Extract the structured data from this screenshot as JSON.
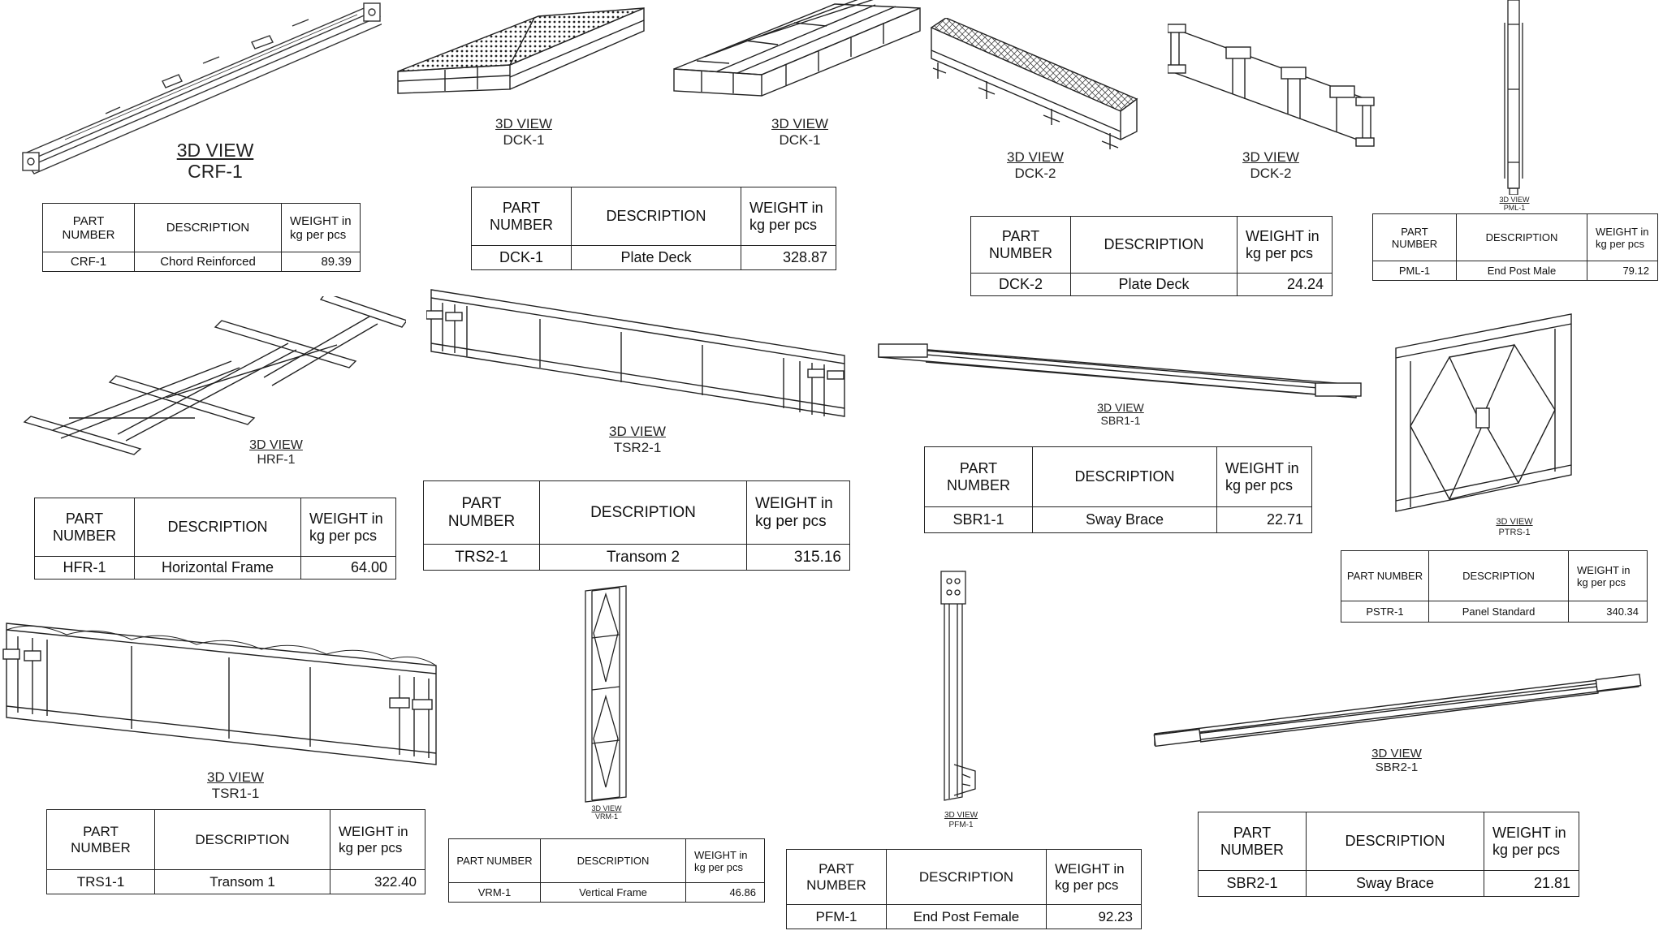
{
  "view_label": "3D VIEW",
  "headers": {
    "part_number_split": "PART\nNUMBER",
    "part_number": "PART NUMBER",
    "description": "DESCRIPTION",
    "weight": "WEIGHT in\nkg per pcs"
  },
  "parts": [
    {
      "id": "crf",
      "caption": "CRF-1",
      "part": "CRF-1",
      "description": "Chord Reinforced",
      "weight": "89.39"
    },
    {
      "id": "dck1a",
      "caption": "DCK-1"
    },
    {
      "id": "dck1b",
      "caption": "DCK-1",
      "part": "DCK-1",
      "description": "Plate Deck",
      "weight": "328.87"
    },
    {
      "id": "dck2a",
      "caption": "DCK-2"
    },
    {
      "id": "dck2b",
      "caption": "DCK-2",
      "part": "DCK-2",
      "description": "Plate Deck",
      "weight": "24.24"
    },
    {
      "id": "pml",
      "caption": "PML-1",
      "part": "PML-1",
      "description": "End Post Male",
      "weight": "79.12"
    },
    {
      "id": "hfr",
      "caption": "HRF-1",
      "part": "HFR-1",
      "description": "Horizontal Frame",
      "weight": "64.00"
    },
    {
      "id": "trs2",
      "caption": "TSR2-1",
      "part": "TRS2-1",
      "description": "Transom 2",
      "weight": "315.16"
    },
    {
      "id": "sbr1",
      "caption": "SBR1-1",
      "part": "SBR1-1",
      "description": "Sway Brace",
      "weight": "22.71"
    },
    {
      "id": "pstr",
      "caption": "PTRS-1",
      "part": "PSTR-1",
      "description": "Panel Standard",
      "weight": "340.34"
    },
    {
      "id": "trs1",
      "caption": "TSR1-1",
      "part": "TRS1-1",
      "description": "Transom 1",
      "weight": "322.40"
    },
    {
      "id": "vrm",
      "caption": "VRM-1",
      "part": "VRM-1",
      "description": "Vertical Frame",
      "weight": "46.86"
    },
    {
      "id": "pfm",
      "caption": "PFM-1",
      "part": "PFM-1",
      "description": "End Post Female",
      "weight": "92.23"
    },
    {
      "id": "sbr2",
      "caption": "SBR2-1",
      "part": "SBR2-1",
      "description": "Sway Brace",
      "weight": "21.81"
    }
  ]
}
